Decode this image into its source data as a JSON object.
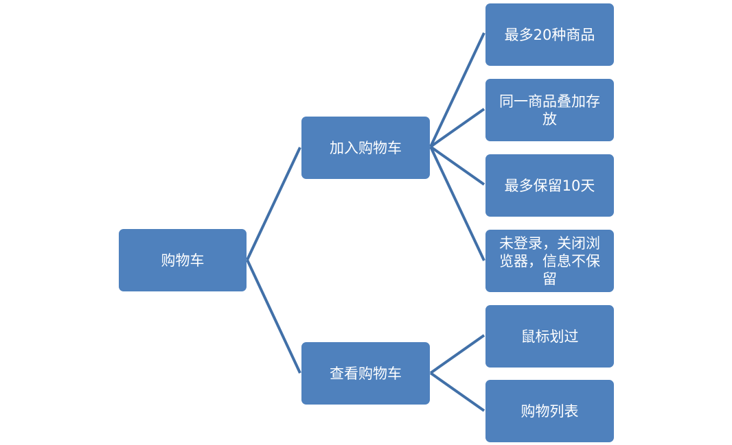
{
  "colors": {
    "node_fill": "#4F81BD",
    "connector": "#4170A8",
    "text": "#FFFFFF"
  },
  "root": {
    "label": "购物车"
  },
  "branches": [
    {
      "label": "加入购物车",
      "children": [
        "最多20种商品",
        "同一商品叠加存放",
        "最多保留10天",
        "未登录，关闭浏览器，信息不保留"
      ]
    },
    {
      "label": "查看购物车",
      "children": [
        "鼠标划过",
        "购物列表"
      ]
    }
  ]
}
